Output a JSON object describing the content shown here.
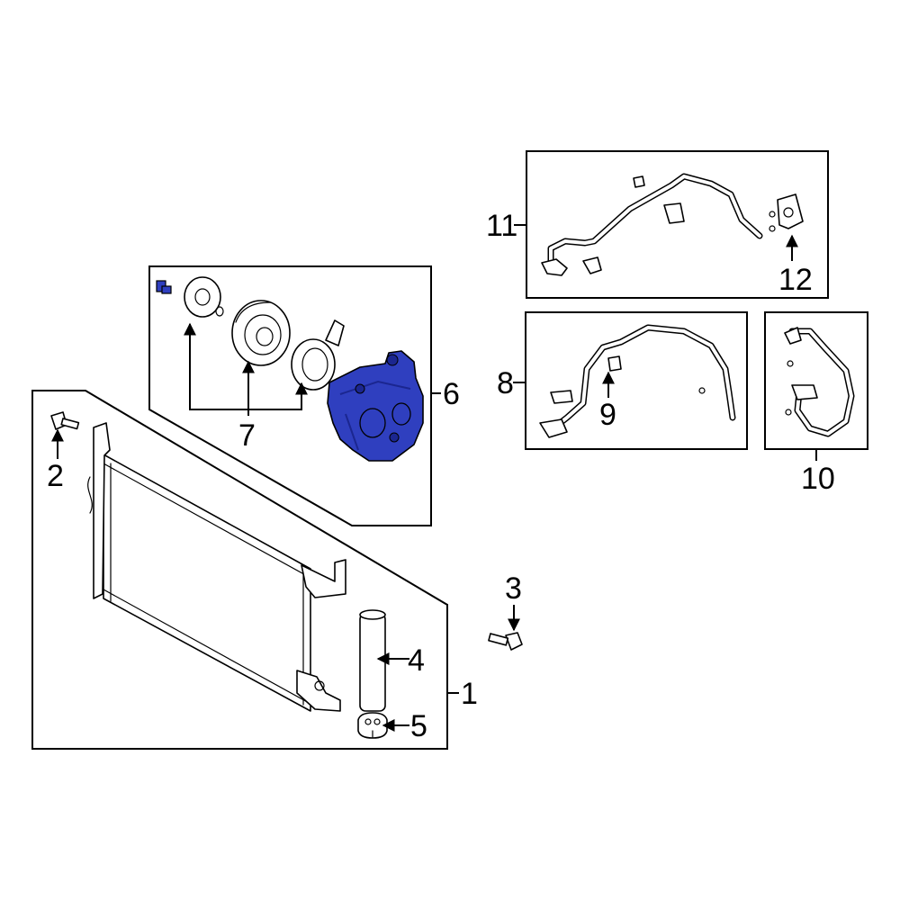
{
  "colors": {
    "highlight": "#2F3FBF",
    "highlight_dark": "#1B2690",
    "line": "#000000",
    "background": "#ffffff"
  },
  "callouts": {
    "c1": "1",
    "c2": "2",
    "c3": "3",
    "c4": "4",
    "c5": "5",
    "c6": "6",
    "c7": "7",
    "c8": "8",
    "c9": "9",
    "c10": "10",
    "c11": "11",
    "c12": "12"
  }
}
